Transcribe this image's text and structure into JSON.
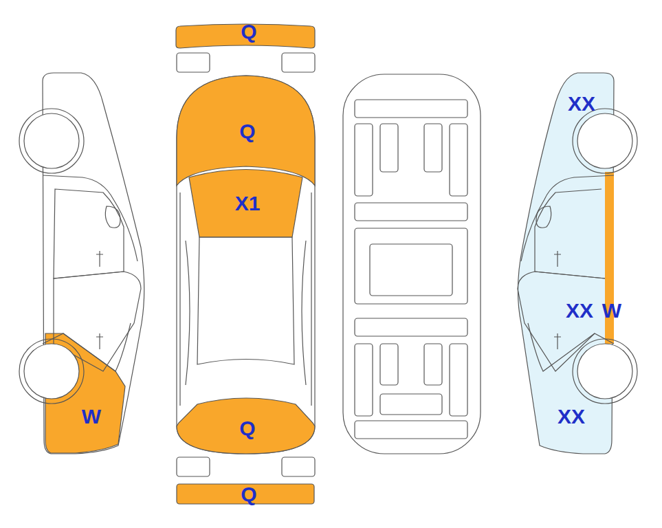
{
  "diagram": {
    "labels": [
      "Q",
      "Q",
      "XX",
      "X1",
      "XX",
      "W",
      "W",
      "XX",
      "Q",
      "Q"
    ]
  }
}
